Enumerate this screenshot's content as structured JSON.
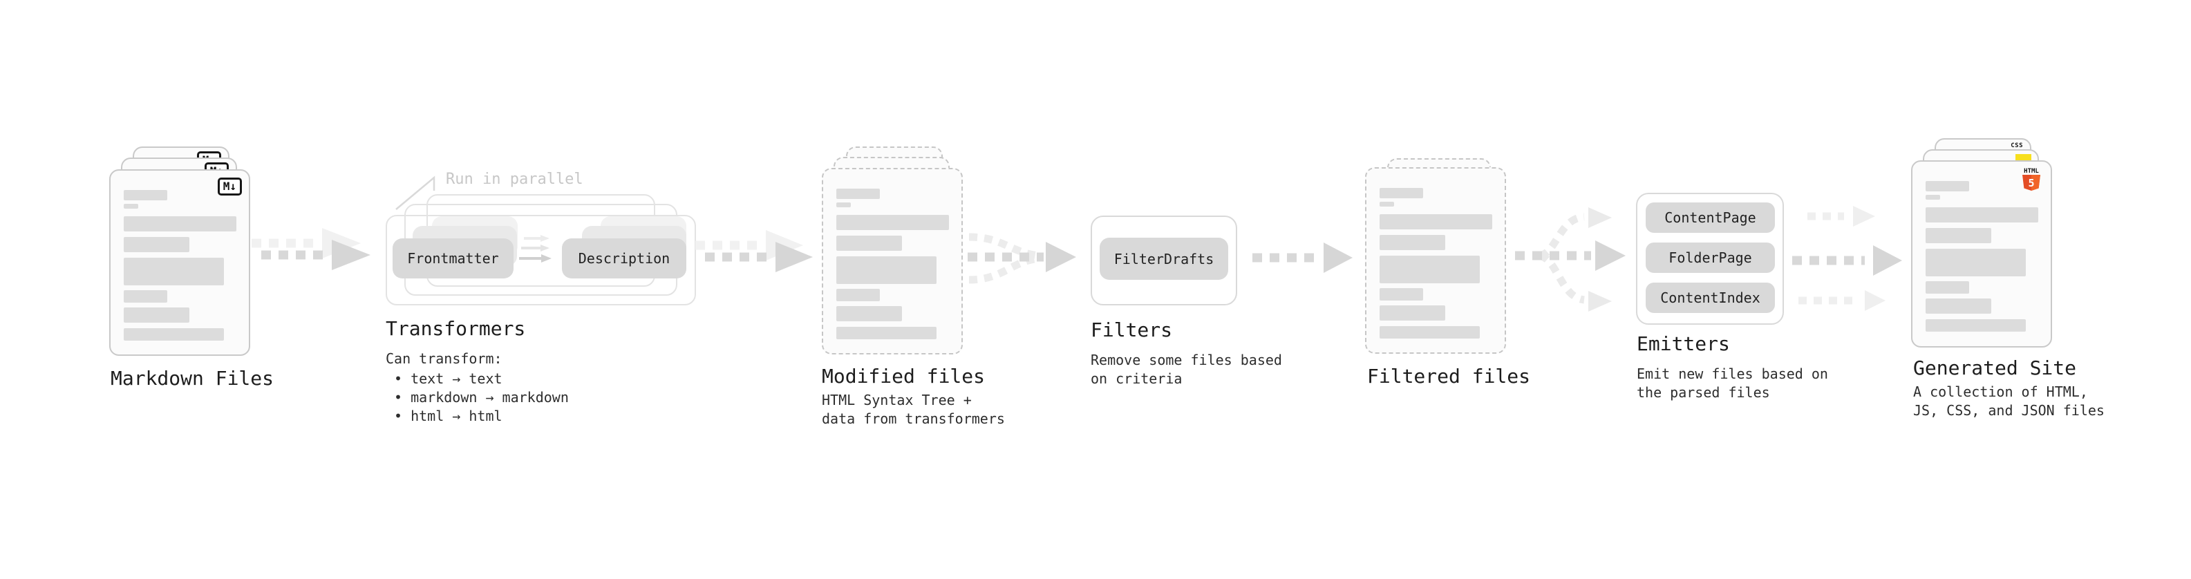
{
  "badges": {
    "markdown": "M↓",
    "html5_label": "HTML",
    "html5_number": "5",
    "css_label": "CSS"
  },
  "colors": {
    "html5_orange": "#e44d26",
    "js_yellow": "#f7df1e",
    "css_blue": "#2965f1",
    "button_gray": "#d9d9d9",
    "arrow_gray": "#d8d8d8"
  },
  "nodes": {
    "markdown_files": {
      "title": "Markdown Files"
    },
    "transformers": {
      "title": "Transformers",
      "note": "Run in parallel",
      "buttons": [
        "Frontmatter",
        "Description"
      ],
      "desc_heading": "Can transform:",
      "bullets": [
        "• text → text",
        "• markdown → markdown",
        "• html → html"
      ]
    },
    "modified_files": {
      "title": "Modified files",
      "desc": "HTML Syntax Tree +\ndata from transformers"
    },
    "filters": {
      "title": "Filters",
      "buttons": [
        "FilterDrafts"
      ],
      "desc": "Remove some files based\non criteria"
    },
    "filtered_files": {
      "title": "Filtered files"
    },
    "emitters": {
      "title": "Emitters",
      "buttons": [
        "ContentPage",
        "FolderPage",
        "ContentIndex"
      ],
      "desc": "Emit new files based on\nthe parsed files"
    },
    "generated_site": {
      "title": "Generated Site",
      "desc": "A collection of HTML,\nJS, CSS, and JSON files"
    }
  }
}
